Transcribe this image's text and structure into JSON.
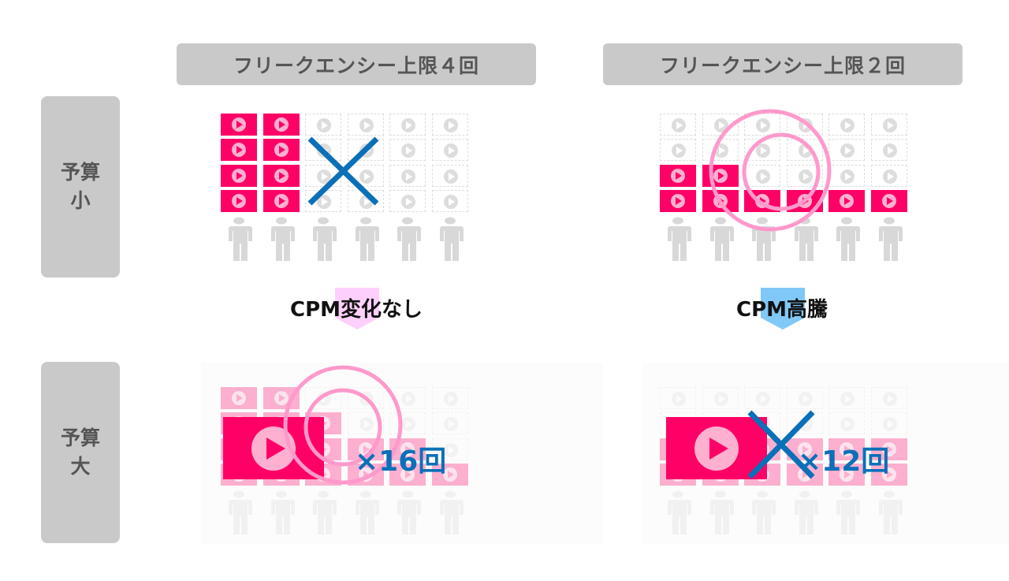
{
  "headers": {
    "left": "フリークエンシー上限４回",
    "right": "フリークエンシー上限２回"
  },
  "rows": {
    "small_budget": "予算小",
    "large_budget": "予算大"
  },
  "captions": {
    "left": "CPM変化なし",
    "right": "CPM高騰"
  },
  "multipliers": {
    "left": "×16回",
    "right": "×12回"
  },
  "grids": {
    "top_left": [
      [
        1,
        1,
        0,
        0,
        0,
        0
      ],
      [
        1,
        1,
        0,
        0,
        0,
        0
      ],
      [
        1,
        1,
        0,
        0,
        0,
        0
      ],
      [
        1,
        1,
        0,
        0,
        0,
        0
      ]
    ],
    "top_right": [
      [
        0,
        0,
        0,
        0,
        0,
        0
      ],
      [
        0,
        0,
        0,
        0,
        0,
        0
      ],
      [
        1,
        1,
        0,
        0,
        0,
        0
      ],
      [
        1,
        1,
        1,
        1,
        1,
        1
      ]
    ],
    "bottom_left": [
      [
        1,
        1,
        0,
        0,
        0,
        0
      ],
      [
        1,
        1,
        1,
        0,
        0,
        0
      ],
      [
        1,
        1,
        1,
        1,
        1,
        0
      ],
      [
        1,
        1,
        1,
        1,
        1,
        1
      ]
    ],
    "bottom_right": [
      [
        0,
        0,
        0,
        0,
        0,
        0
      ],
      [
        0,
        0,
        0,
        0,
        0,
        0
      ],
      [
        1,
        1,
        1,
        1,
        1,
        1
      ],
      [
        1,
        1,
        1,
        1,
        1,
        1
      ]
    ]
  },
  "colors": {
    "ad": "#ff0066",
    "cross": "#0a70b8",
    "circle": "#ff99cc",
    "header": "#c9c9c9"
  }
}
